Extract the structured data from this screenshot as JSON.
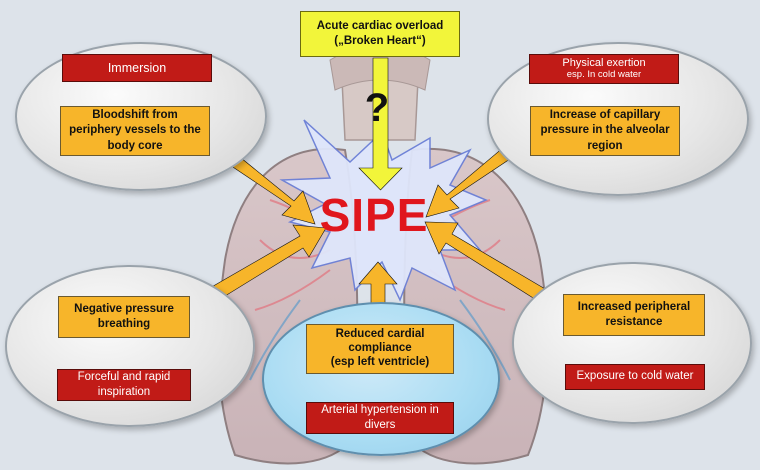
{
  "center": {
    "label": "SIPE",
    "question": "?"
  },
  "boxes": {
    "acute_cardiac_overload": "Acute cardiac overload\n(„Broken Heart“)",
    "immersion": "Immersion",
    "bloodshift": "Bloodshift from periphery vessels to the body core",
    "physical_exertion": "Physical exertion",
    "physical_exertion_sub": "esp. In cold water",
    "capillary_pressure": "Increase of capillary pressure in the alveolar region",
    "negative_pressure": "Negative pressure breathing",
    "forceful_inspiration": "Forceful and rapid inspiration",
    "peripheral_resistance": "Increased peripheral resistance",
    "cold_water": "Exposure to cold water",
    "reduced_compliance": "Reduced cardial compliance\n(esp left ventricle)",
    "arterial_hypertension": "Arterial hypertension in divers"
  },
  "colors": {
    "orange_box": "#f7b52a",
    "red_box": "#c11b17",
    "yellow_box": "#f2f53a",
    "sipe_text": "#e0161d",
    "compliance_ellipse": "#a9dcf3"
  }
}
